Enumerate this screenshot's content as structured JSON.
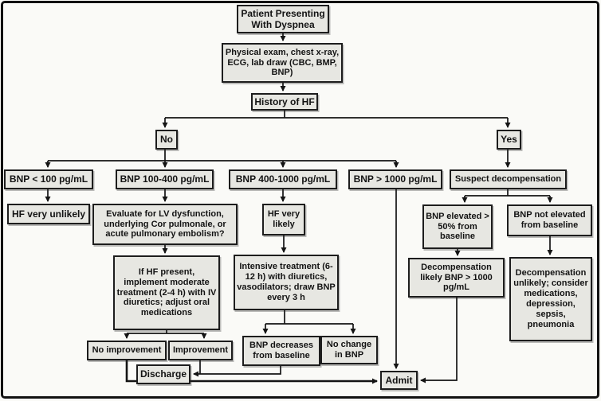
{
  "diagram": {
    "type": "flowchart",
    "subject": "BNP-guided evaluation of dyspnea / heart failure",
    "colors": {
      "node_fill": "#e7e7e2",
      "node_border": "#1d1d1d",
      "line": "#141414",
      "background": "#fafaf7",
      "frame": "#121212"
    }
  },
  "nodes": {
    "patient": "Patient Presenting With Dyspnea",
    "physical": "Physical exam, chest x-ray, ECG, lab draw (CBC, BMP, BNP)",
    "history": "History of HF",
    "no": "No",
    "yes": "Yes",
    "bnp_lt100": "BNP < 100 pg/mL",
    "bnp_100_400": "BNP 100-400 pg/mL",
    "bnp_400_1000": "BNP 400-1000 pg/mL",
    "bnp_gt1000": "BNP > 1000 pg/mL",
    "suspect": "Suspect decompensation",
    "hf_unlikely": "HF very unlikely",
    "evaluate": "Evaluate for LV dysfunction, underlying Cor pulmonale, or acute pulmonary embolism?",
    "hf_likely": "HF very likely",
    "bnp_elev": "BNP elevated > 50% from baseline",
    "bnp_not_elev": "BNP not elevated from baseline",
    "if_hf": "If HF present, implement moderate treatment (2-4 h) with IV diuretics; adjust oral medications",
    "intensive": "Intensive treatment (6-12 h) with diuretics, vasodilators; draw BNP every 3 h",
    "decomp_likely": "Decompensation likely BNP > 1000 pg/mL",
    "decomp_unlikely": "Decompensation unlikely; consider medications, depression, sepsis, pneumonia",
    "no_improve": "No improvement",
    "improve": "Improvement",
    "bnp_decrease": "BNP decreases from baseline",
    "no_change": "No change in BNP",
    "discharge": "Discharge",
    "admit": "Admit"
  },
  "edges": [
    {
      "from": "patient",
      "to": "physical"
    },
    {
      "from": "physical",
      "to": "history"
    },
    {
      "from": "history",
      "to": "no"
    },
    {
      "from": "history",
      "to": "yes"
    },
    {
      "from": "no",
      "to": "bnp_lt100"
    },
    {
      "from": "no",
      "to": "bnp_100_400"
    },
    {
      "from": "no",
      "to": "bnp_400_1000"
    },
    {
      "from": "no",
      "to": "bnp_gt1000"
    },
    {
      "from": "yes",
      "to": "suspect"
    },
    {
      "from": "bnp_lt100",
      "to": "hf_unlikely"
    },
    {
      "from": "bnp_100_400",
      "to": "evaluate"
    },
    {
      "from": "bnp_400_1000",
      "to": "hf_likely"
    },
    {
      "from": "bnp_gt1000",
      "to": "admit"
    },
    {
      "from": "suspect",
      "to": "bnp_elev"
    },
    {
      "from": "suspect",
      "to": "bnp_not_elev"
    },
    {
      "from": "evaluate",
      "to": "if_hf"
    },
    {
      "from": "hf_likely",
      "to": "intensive"
    },
    {
      "from": "bnp_elev",
      "to": "decomp_likely"
    },
    {
      "from": "bnp_not_elev",
      "to": "decomp_unlikely"
    },
    {
      "from": "if_hf",
      "to": "no_improve"
    },
    {
      "from": "if_hf",
      "to": "improve"
    },
    {
      "from": "intensive",
      "to": "bnp_decrease"
    },
    {
      "from": "intensive",
      "to": "no_change"
    },
    {
      "from": "improve",
      "to": "discharge"
    },
    {
      "from": "bnp_decrease",
      "to": "discharge"
    },
    {
      "from": "no_improve",
      "to": "admit"
    },
    {
      "from": "decomp_likely",
      "to": "admit"
    }
  ]
}
